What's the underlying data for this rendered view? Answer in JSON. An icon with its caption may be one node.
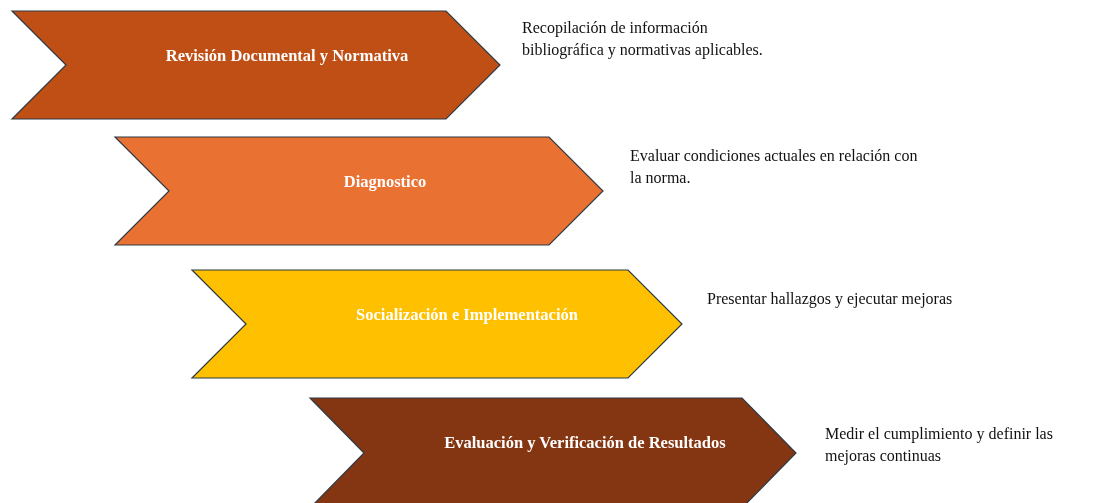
{
  "diagram": {
    "nodes": [
      {
        "text": [
          "Revisión Documental y Normativa"
        ],
        "beside": [
          "Recopilación de información bibliográfica y normativas aplicables."
        ]
      },
      {
        "text": [
          "Diagnostico"
        ],
        "beside": [
          "Evaluar condiciones actuales en relación con la norma."
        ]
      },
      {
        "text": [
          "Socialización e Implementación"
        ],
        "beside": [
          "Presentar hallazgos y ejecutar mejoras"
        ]
      },
      {
        "text": [
          "Evaluación y Verificación de Resultados"
        ],
        "beside": [
          "Medir el cumplimiento y definir las mejoras continuas"
        ]
      }
    ]
  }
}
